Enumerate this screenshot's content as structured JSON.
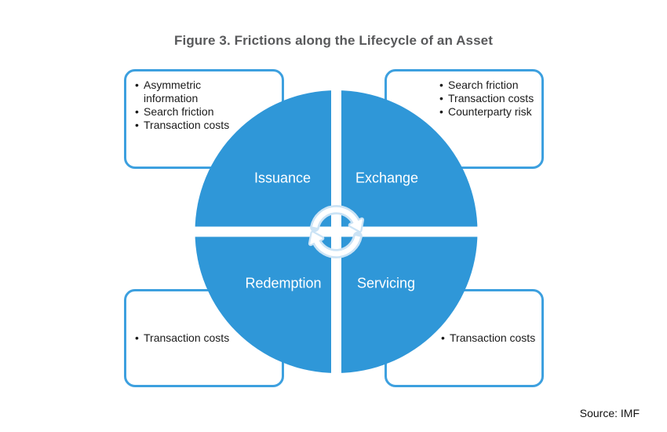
{
  "figure": {
    "title": "Figure 3. Frictions along the Lifecycle of an Asset",
    "source": "Source: IMF"
  },
  "quadrants": {
    "top_left": {
      "label": "Issuance",
      "frictions": [
        "Asymmetric information",
        "Search friction",
        "Transaction costs"
      ]
    },
    "top_right": {
      "label": "Exchange",
      "frictions": [
        "Search friction",
        "Transaction costs",
        "Counterparty risk"
      ]
    },
    "bottom_left": {
      "label": "Redemption",
      "frictions": [
        "Transaction costs"
      ]
    },
    "bottom_right": {
      "label": "Servicing",
      "frictions": [
        "Transaction costs"
      ]
    }
  },
  "center_icon": "cycle-arrows-icon",
  "colors": {
    "wheel_blue": "#2F97D8",
    "box_border_blue": "#3DA0DF",
    "title_gray": "#58595B",
    "label_white": "#FFFFFF"
  }
}
